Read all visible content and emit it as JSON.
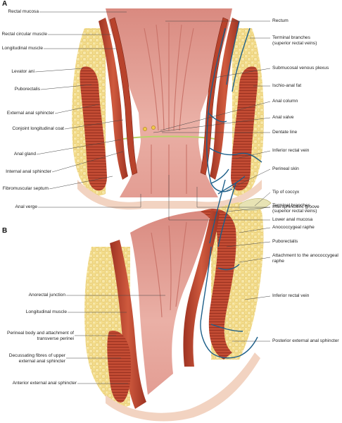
{
  "panels": [
    {
      "letter": "A",
      "left_labels": [
        "Rectal mucosa",
        "Rectal circular muscle",
        "Longitudinal muscle",
        "Levator ani",
        "Puborectalis",
        "External anal sphincter",
        "Conjoint longitudinal coat",
        "Anal gland",
        "Internal anal sphincter",
        "Fibromuscular septum",
        "Anal verge"
      ],
      "right_labels": [
        "Rectum",
        "Terminal branches\n(superior rectal veins)",
        "Submucosal venous plexus",
        "Ischio-anal fat",
        "Anal column",
        "Anal valve",
        "Dentate line",
        "Inferior rectal vein",
        "Perineal skin",
        "Intersphincteric groove",
        "Lower anal mucosa"
      ]
    },
    {
      "letter": "B",
      "left_labels": [
        "Anorectal junction",
        "Longitudinal muscle",
        "Perineal body and attachment of\ntransverse perinei",
        "Decussating fibres of upper\nexternal anal sphincter",
        "Anterior external anal sphincter"
      ],
      "right_labels": [
        "Tip of coccyx",
        "Terminal branches\n(superior rectal veins)",
        "Anococcygeal raphe",
        "Puborectalis",
        "Attachment to the anococcygeal\nraphe",
        "Inferior rectal vein",
        "Posterior external anal sphincter"
      ]
    }
  ],
  "colors": {
    "fat": "#f3dc8a",
    "fat_dots": "#e8c869",
    "muscle": "#c0452e",
    "muscle_dark": "#8e2a1b",
    "mucosa": "#e7a49a",
    "mucosa_light": "#f1c2b8",
    "skin": "#f2d3c1",
    "vein": "#1d5f8a",
    "line": "#444444"
  }
}
